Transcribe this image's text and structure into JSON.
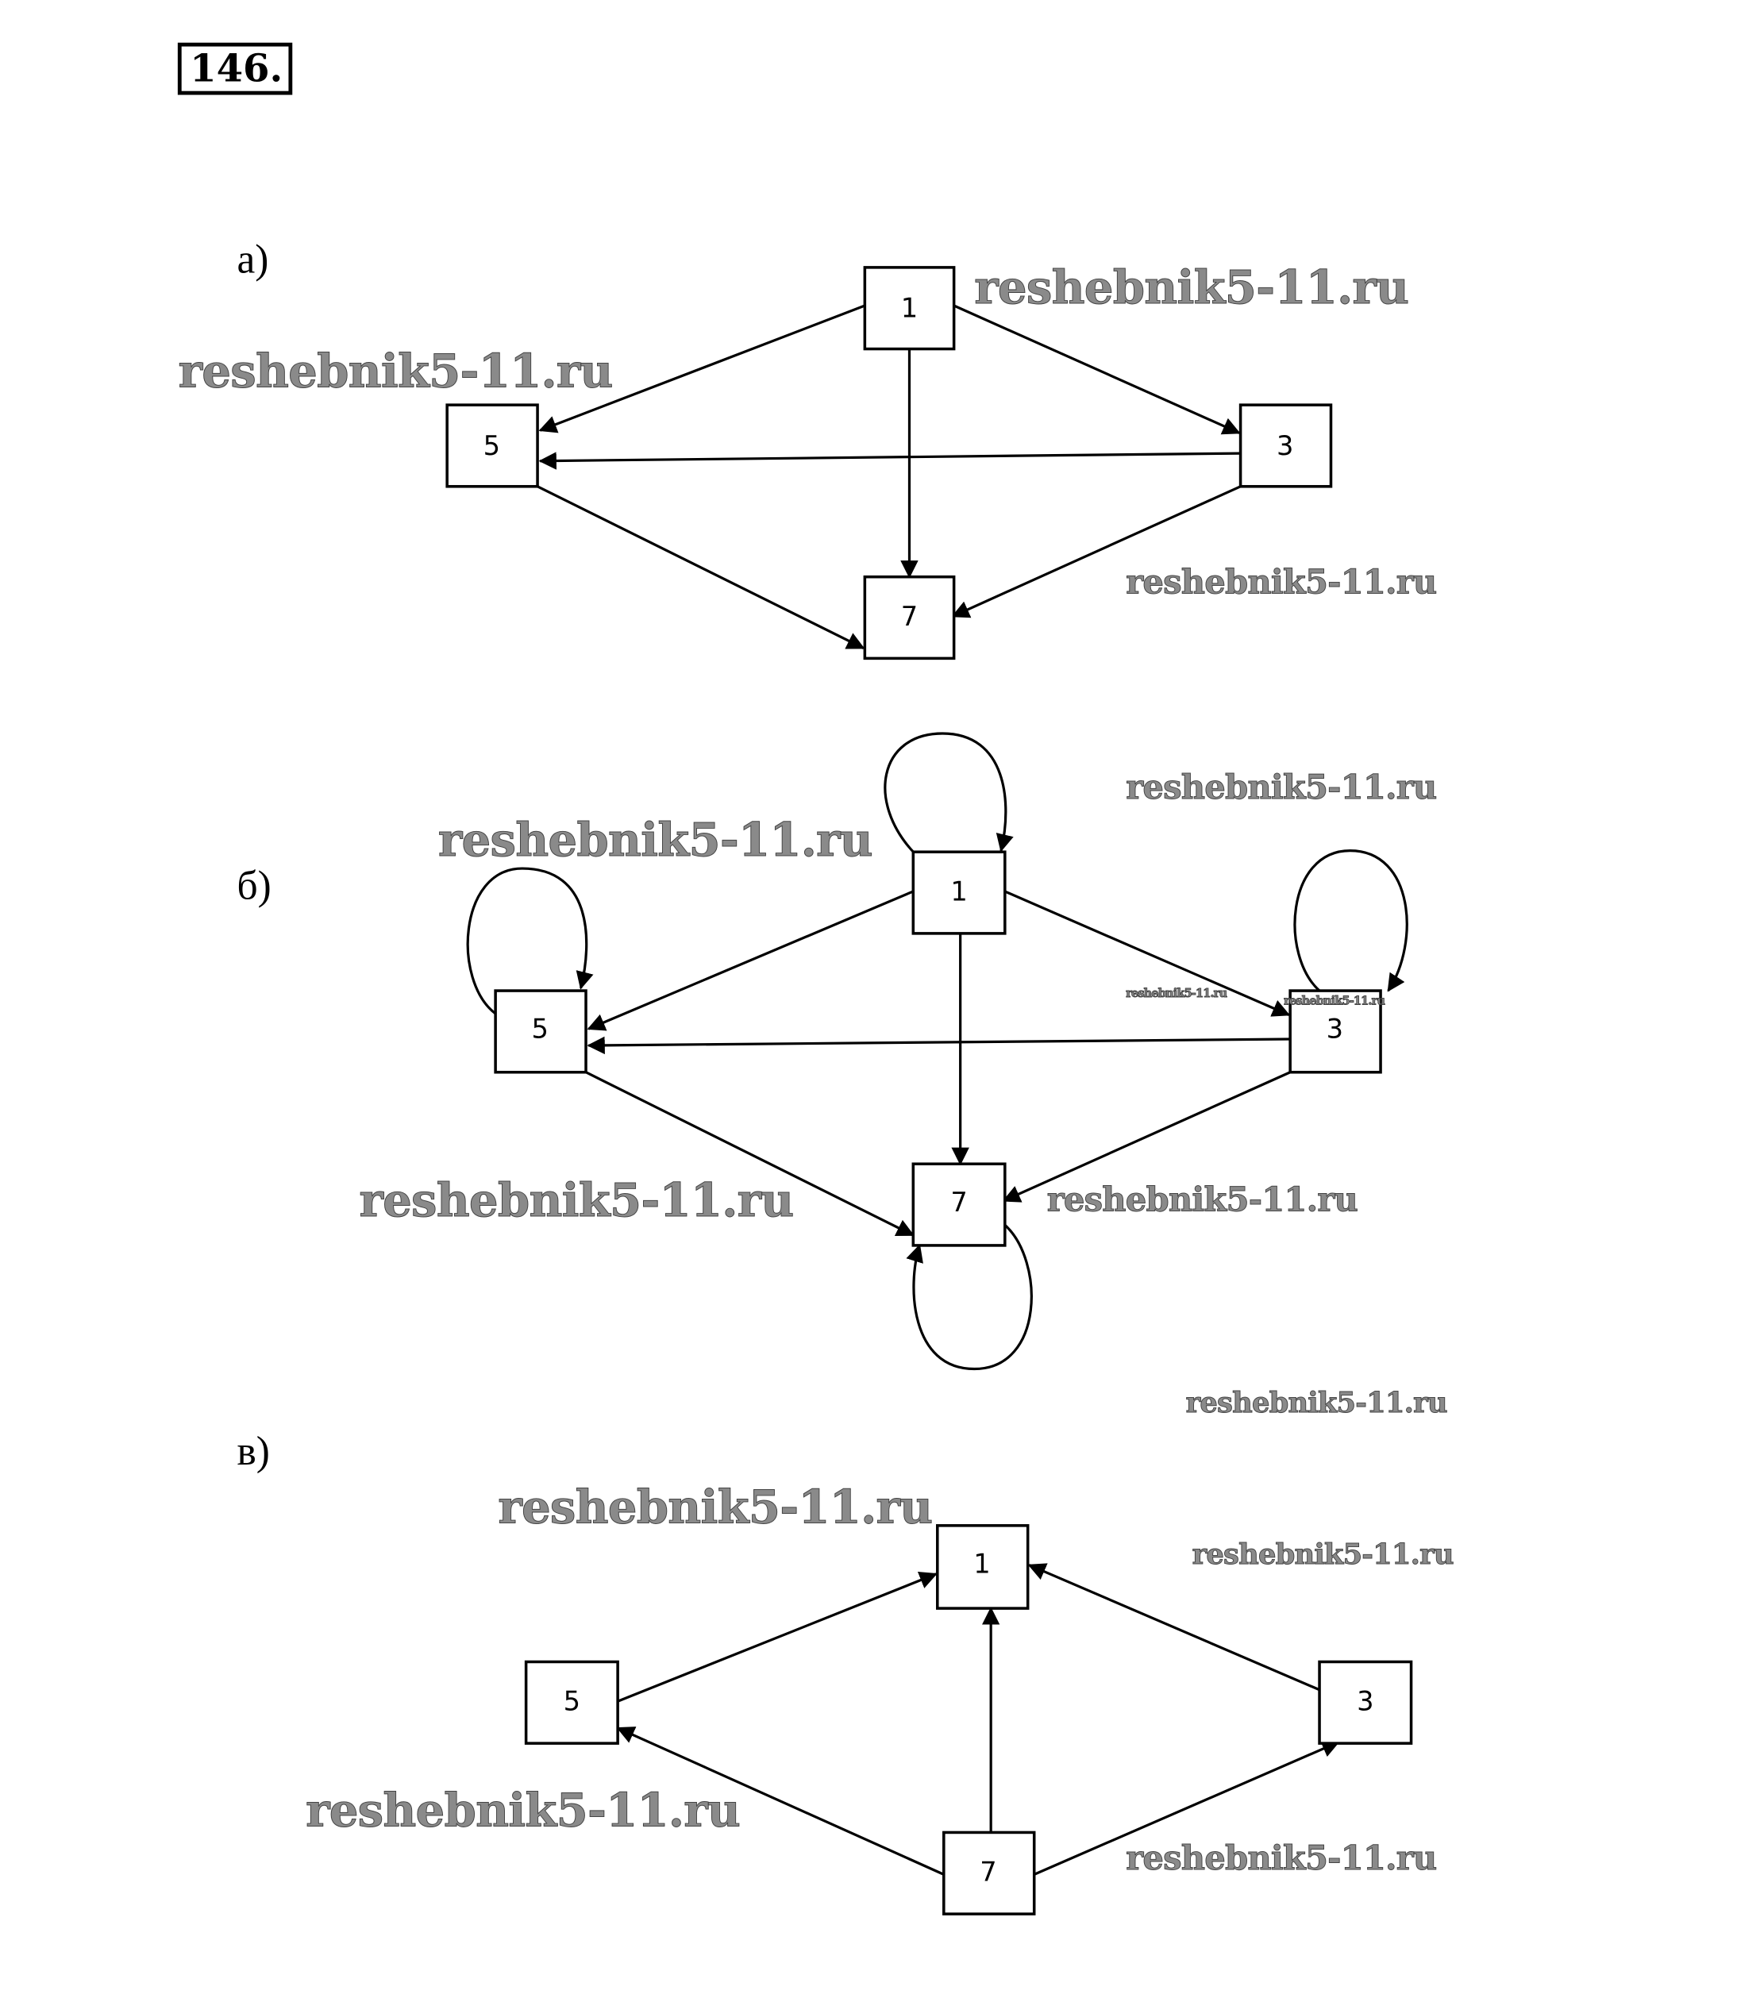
{
  "problem_number": "146.",
  "watermark": "reshebnik5-11.ru",
  "parts": [
    {
      "label": "а)",
      "nodes": [
        "1",
        "3",
        "5",
        "7"
      ],
      "edges": [
        [
          "1",
          "5"
        ],
        [
          "1",
          "3"
        ],
        [
          "1",
          "7"
        ],
        [
          "3",
          "5"
        ],
        [
          "5",
          "7"
        ],
        [
          "3",
          "7"
        ]
      ],
      "loops": []
    },
    {
      "label": "б)",
      "nodes": [
        "1",
        "3",
        "5",
        "7"
      ],
      "edges": [
        [
          "1",
          "5"
        ],
        [
          "1",
          "3"
        ],
        [
          "1",
          "7"
        ],
        [
          "3",
          "5"
        ],
        [
          "5",
          "7"
        ],
        [
          "3",
          "7"
        ]
      ],
      "loops": [
        "1",
        "3",
        "5",
        "7"
      ]
    },
    {
      "label": "в)",
      "nodes": [
        "1",
        "3",
        "5",
        "7"
      ],
      "edges": [
        [
          "5",
          "1"
        ],
        [
          "3",
          "1"
        ],
        [
          "7",
          "1"
        ],
        [
          "7",
          "5"
        ],
        [
          "7",
          "3"
        ]
      ],
      "loops": []
    }
  ]
}
